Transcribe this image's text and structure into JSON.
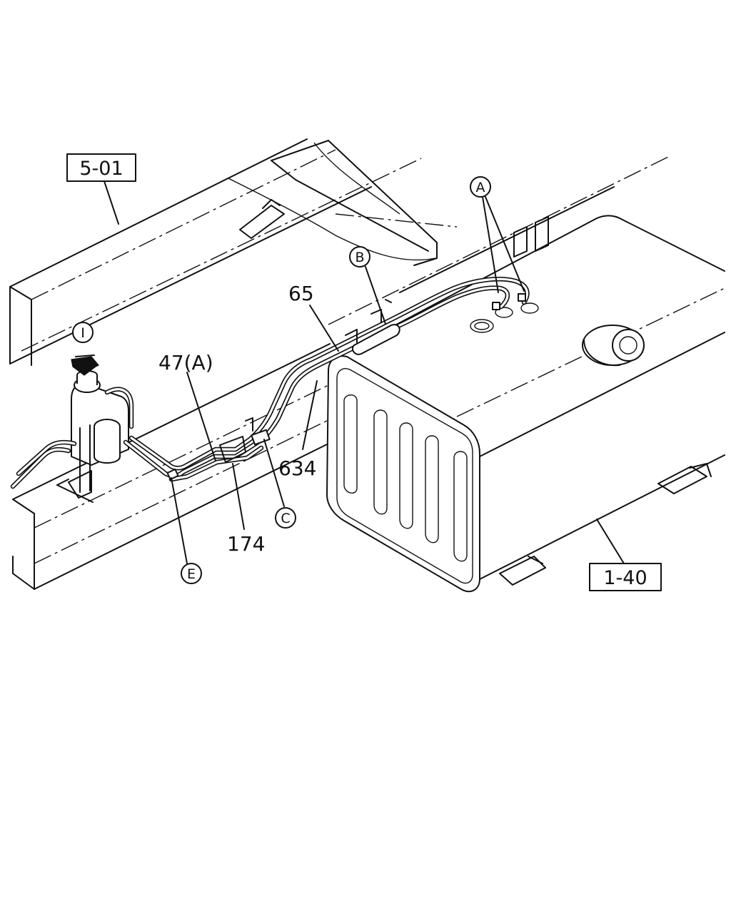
{
  "diagram": {
    "references": {
      "frame": "5-01",
      "tank": "1-40"
    },
    "part_numbers": {
      "hose_65": "65",
      "pipe_47": "47(A)",
      "pipe_634": "634",
      "pipe_174": "174"
    },
    "callouts": {
      "a": "A",
      "b": "B",
      "c": "C",
      "e": "E",
      "i": "I"
    }
  }
}
